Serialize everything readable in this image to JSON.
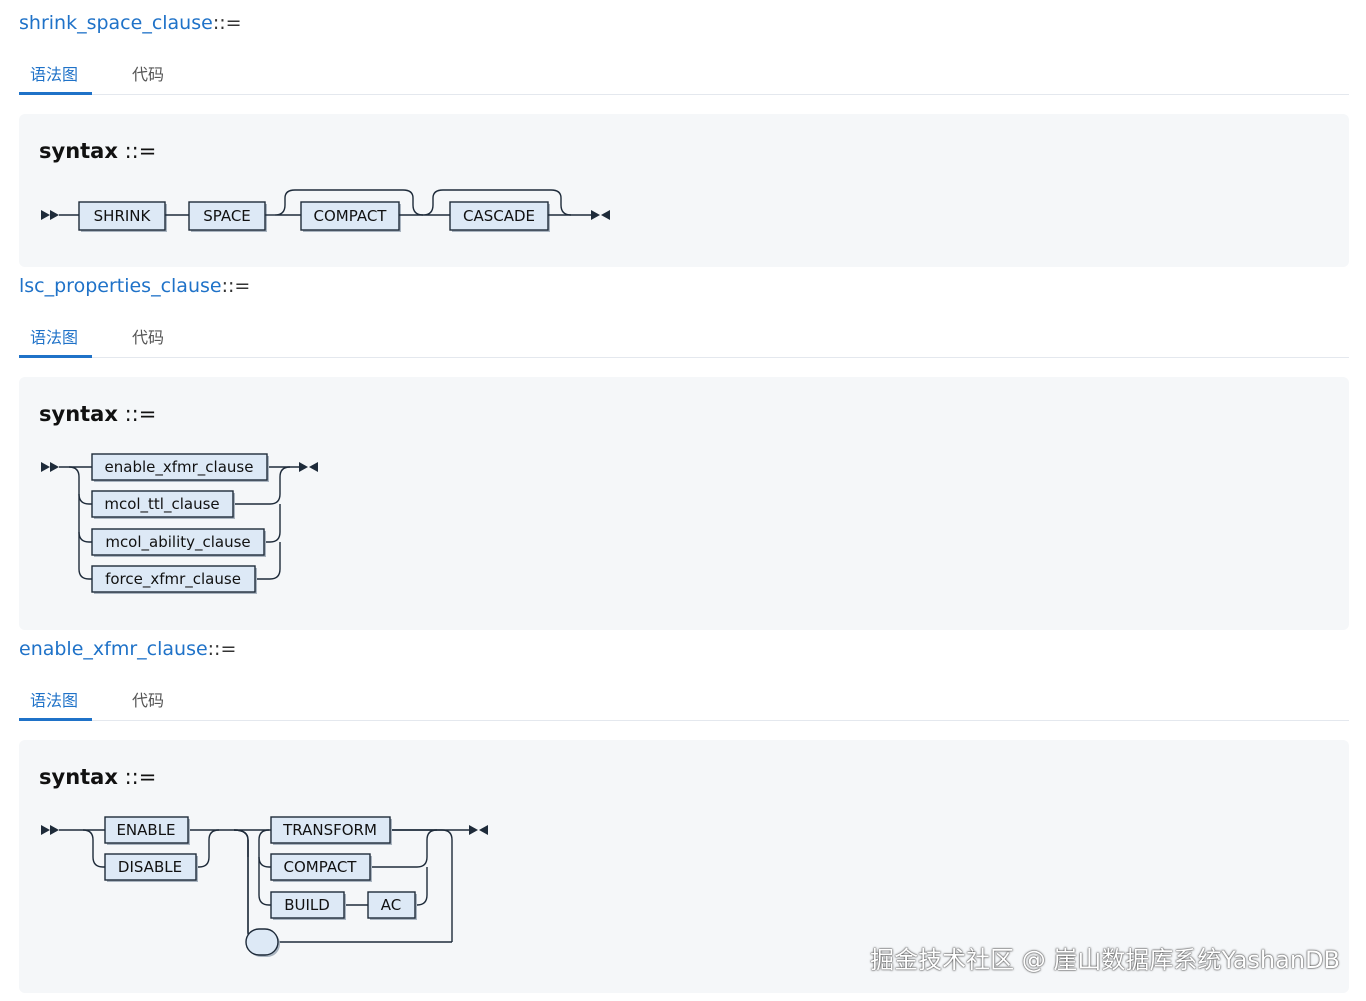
{
  "sections": [
    {
      "rule": "shrink_space_clause",
      "separator": "::=",
      "tabs": [
        "语法图",
        "代码"
      ],
      "syntax_label": "syntax",
      "syntax_op": " ::=",
      "terms": {
        "shrink": "SHRINK",
        "space": "SPACE",
        "compact": "COMPACT",
        "cascade": "CASCADE"
      }
    },
    {
      "rule": "lsc_properties_clause",
      "separator": "::=",
      "tabs": [
        "语法图",
        "代码"
      ],
      "syntax_label": "syntax",
      "syntax_op": " ::=",
      "terms": {
        "enable_xfmr": "enable_xfmr_clause",
        "mcol_ttl": "mcol_ttl_clause",
        "mcol_ability": "mcol_ability_clause",
        "force_xfmr": "force_xfmr_clause"
      }
    },
    {
      "rule": "enable_xfmr_clause",
      "separator": "::=",
      "tabs": [
        "语法图",
        "代码"
      ],
      "syntax_label": "syntax",
      "syntax_op": " ::=",
      "terms": {
        "enable": "ENABLE",
        "disable": "DISABLE",
        "transform": "TRANSFORM",
        "compact": "COMPACT",
        "build": "BUILD",
        "ac": "AC"
      }
    }
  ],
  "watermark": "掘金技术社区 @ 崖山数据库系统YashanDB",
  "colors": {
    "link": "#1f72c8",
    "panel": "#f5f7f9",
    "box_fill": "#dde9f6",
    "line": "#1e2b3a"
  }
}
